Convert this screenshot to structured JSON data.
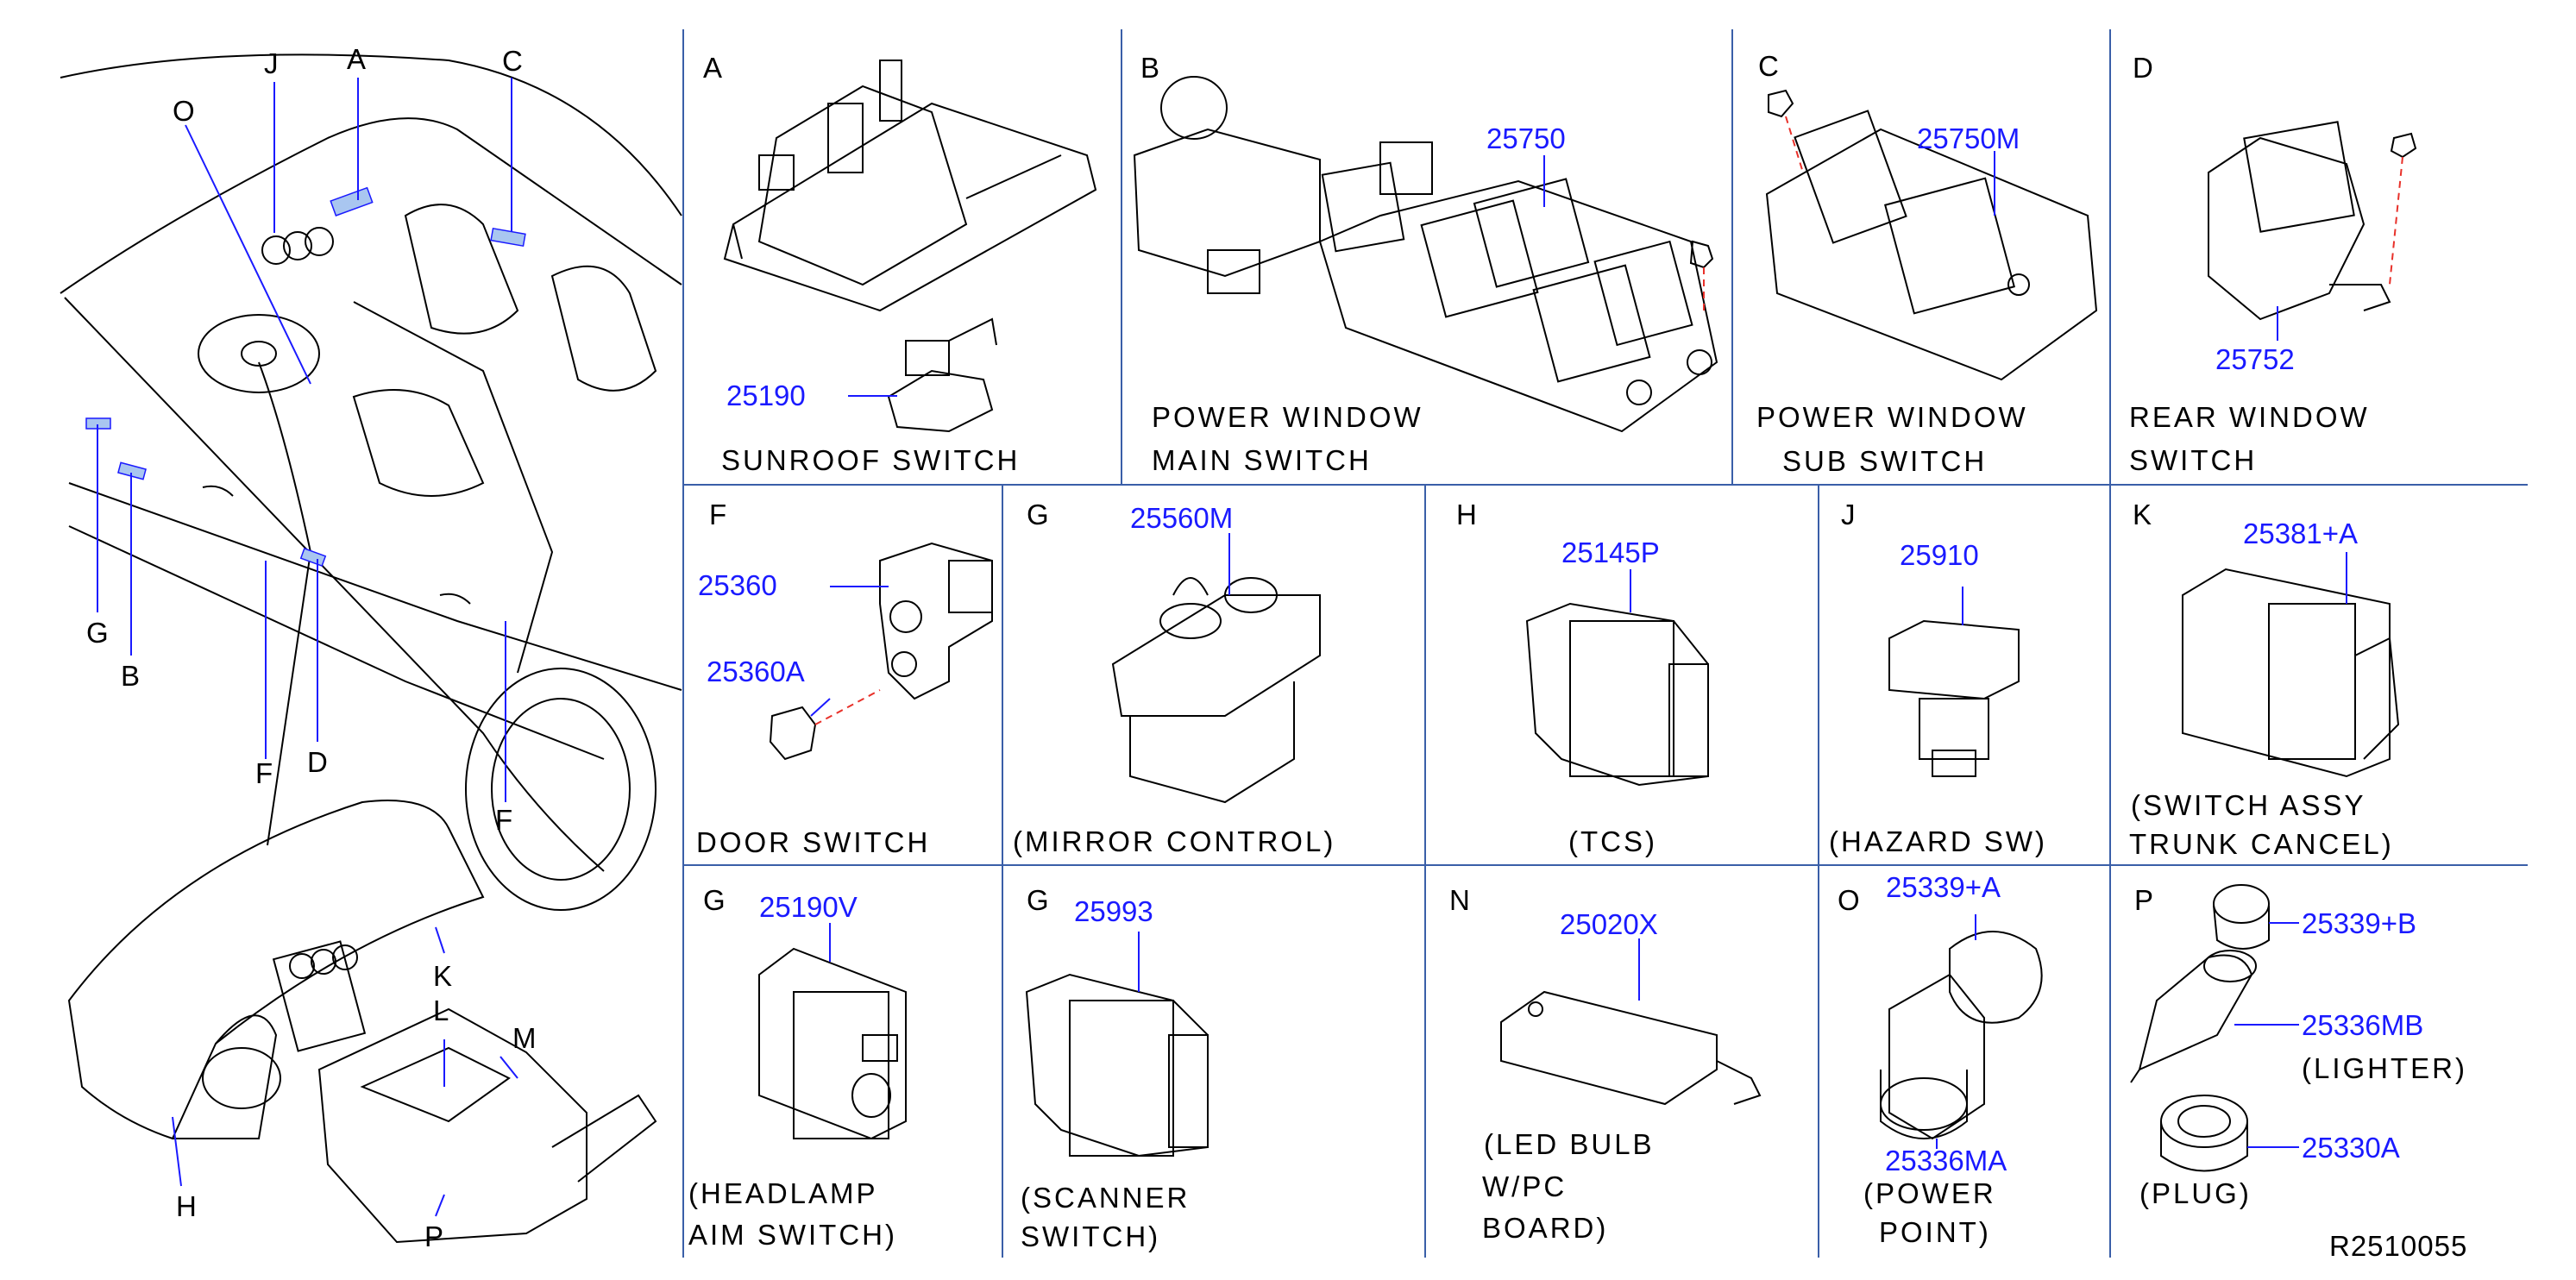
{
  "overview": {
    "labels": {
      "J": "J",
      "A": "A",
      "C": "C",
      "O": "O",
      "G": "G",
      "B": "B",
      "F": "F",
      "D": "D",
      "F2": "F",
      "K": "K",
      "L": "L",
      "M": "M",
      "H": "H",
      "P": "P"
    }
  },
  "cells": {
    "A": {
      "letter": "A",
      "parts": [
        "25190"
      ],
      "desc": [
        "SUNROOF  SWITCH"
      ]
    },
    "B": {
      "letter": "B",
      "parts": [
        "25750"
      ],
      "desc": [
        "POWER  WINDOW",
        "MAIN  SWITCH"
      ]
    },
    "C": {
      "letter": "C",
      "parts": [
        "25750M"
      ],
      "desc": [
        "POWER  WINDOW",
        "SUB  SWITCH"
      ]
    },
    "D": {
      "letter": "D",
      "parts": [
        "25752"
      ],
      "desc": [
        "REAR  WINDOW",
        "SWITCH"
      ]
    },
    "F": {
      "letter": "F",
      "parts": [
        "25360",
        "25360A"
      ],
      "desc": [
        "DOOR  SWITCH"
      ]
    },
    "G1": {
      "letter": "G",
      "parts": [
        "25560M"
      ],
      "desc": [
        "(MIRROR  CONTROL)"
      ]
    },
    "H": {
      "letter": "H",
      "parts": [
        "25145P"
      ],
      "desc": [
        "(TCS)"
      ]
    },
    "J": {
      "letter": "J",
      "parts": [
        "25910"
      ],
      "desc": [
        "(HAZARD  SW)"
      ]
    },
    "K": {
      "letter": "K",
      "parts": [
        "25381+A"
      ],
      "desc": [
        "(SWITCH  ASSY",
        "TRUNK  CANCEL)"
      ]
    },
    "G2": {
      "letter": "G",
      "parts": [
        "25190V"
      ],
      "desc": [
        "(HEADLAMP",
        "AIM  SWITCH)"
      ]
    },
    "G3": {
      "letter": "G",
      "parts": [
        "25993"
      ],
      "desc": [
        "(SCANNER",
        "SWITCH)"
      ]
    },
    "N": {
      "letter": "N",
      "parts": [
        "25020X"
      ],
      "desc": [
        "(LED  BULB",
        "W/PC",
        "BOARD)"
      ]
    },
    "O": {
      "letter": "O",
      "parts": [
        "25339+A",
        "25336MA"
      ],
      "desc": [
        "(POWER",
        "POINT)"
      ]
    },
    "P": {
      "letter": "P",
      "parts": [
        "25339+B",
        "25336MB",
        "25330A"
      ],
      "desc": [
        "(LIGHTER)",
        "(PLUG)"
      ]
    }
  },
  "ref_code": "R2510055",
  "colors": {
    "part_number": "#1a1aff",
    "grid_line": "#3a5fa8",
    "dashed_fastener": "#e8312a",
    "highlight": "#a9c6f0"
  }
}
